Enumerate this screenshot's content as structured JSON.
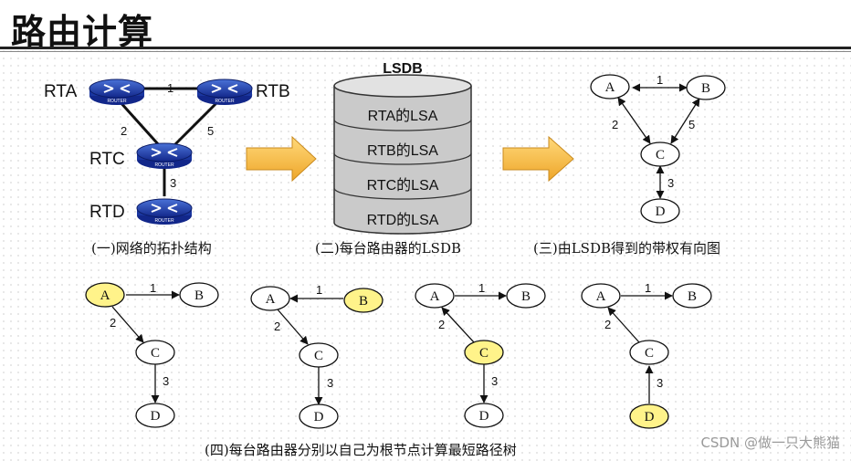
{
  "title": "路由计算",
  "watermark": "CSDN @做一只大熊猫",
  "topology": {
    "routers": [
      "RTA",
      "RTB",
      "RTC",
      "RTD"
    ],
    "router_badge": "ROUTER",
    "links": [
      {
        "from": "RTA",
        "to": "RTB",
        "cost": "1"
      },
      {
        "from": "RTA",
        "to": "RTC",
        "cost": "2"
      },
      {
        "from": "RTB",
        "to": "RTC",
        "cost": "5"
      },
      {
        "from": "RTC",
        "to": "RTD",
        "cost": "3"
      }
    ],
    "caption": "(一)网络的拓扑结构"
  },
  "lsdb": {
    "title": "LSDB",
    "entries": [
      "RTA的LSA",
      "RTB的LSA",
      "RTC的LSA",
      "RTD的LSA"
    ],
    "caption": "(二)每台路由器的LSDB"
  },
  "graph": {
    "nodes": [
      "A",
      "B",
      "C",
      "D"
    ],
    "edges": [
      {
        "from": "A",
        "to": "B",
        "cost": "1"
      },
      {
        "from": "A",
        "to": "C",
        "cost": "2"
      },
      {
        "from": "B",
        "to": "C",
        "cost": "5"
      },
      {
        "from": "C",
        "to": "D",
        "cost": "3"
      }
    ],
    "caption": "(三)由LSDB得到的带权有向图"
  },
  "spt": {
    "caption": "(四)每台路由器分别以自己为根节点计算最短路径树",
    "trees": [
      {
        "root": "A",
        "labels": {
          "ab": "1",
          "ac": "2",
          "cd": "3"
        }
      },
      {
        "root": "B",
        "labels": {
          "ab": "1",
          "ac": "2",
          "cd": "3"
        }
      },
      {
        "root": "C",
        "labels": {
          "ab": "1",
          "ac": "2",
          "cd": "3"
        }
      },
      {
        "root": "D",
        "labels": {
          "ab": "1",
          "ac": "2",
          "cd": "3"
        }
      }
    ]
  },
  "colors": {
    "root_fill": "#fff38a",
    "router_blue": "#1d3fa8",
    "arrow_fill": "#f5b63a",
    "db_fill": "#c9c9c9"
  }
}
